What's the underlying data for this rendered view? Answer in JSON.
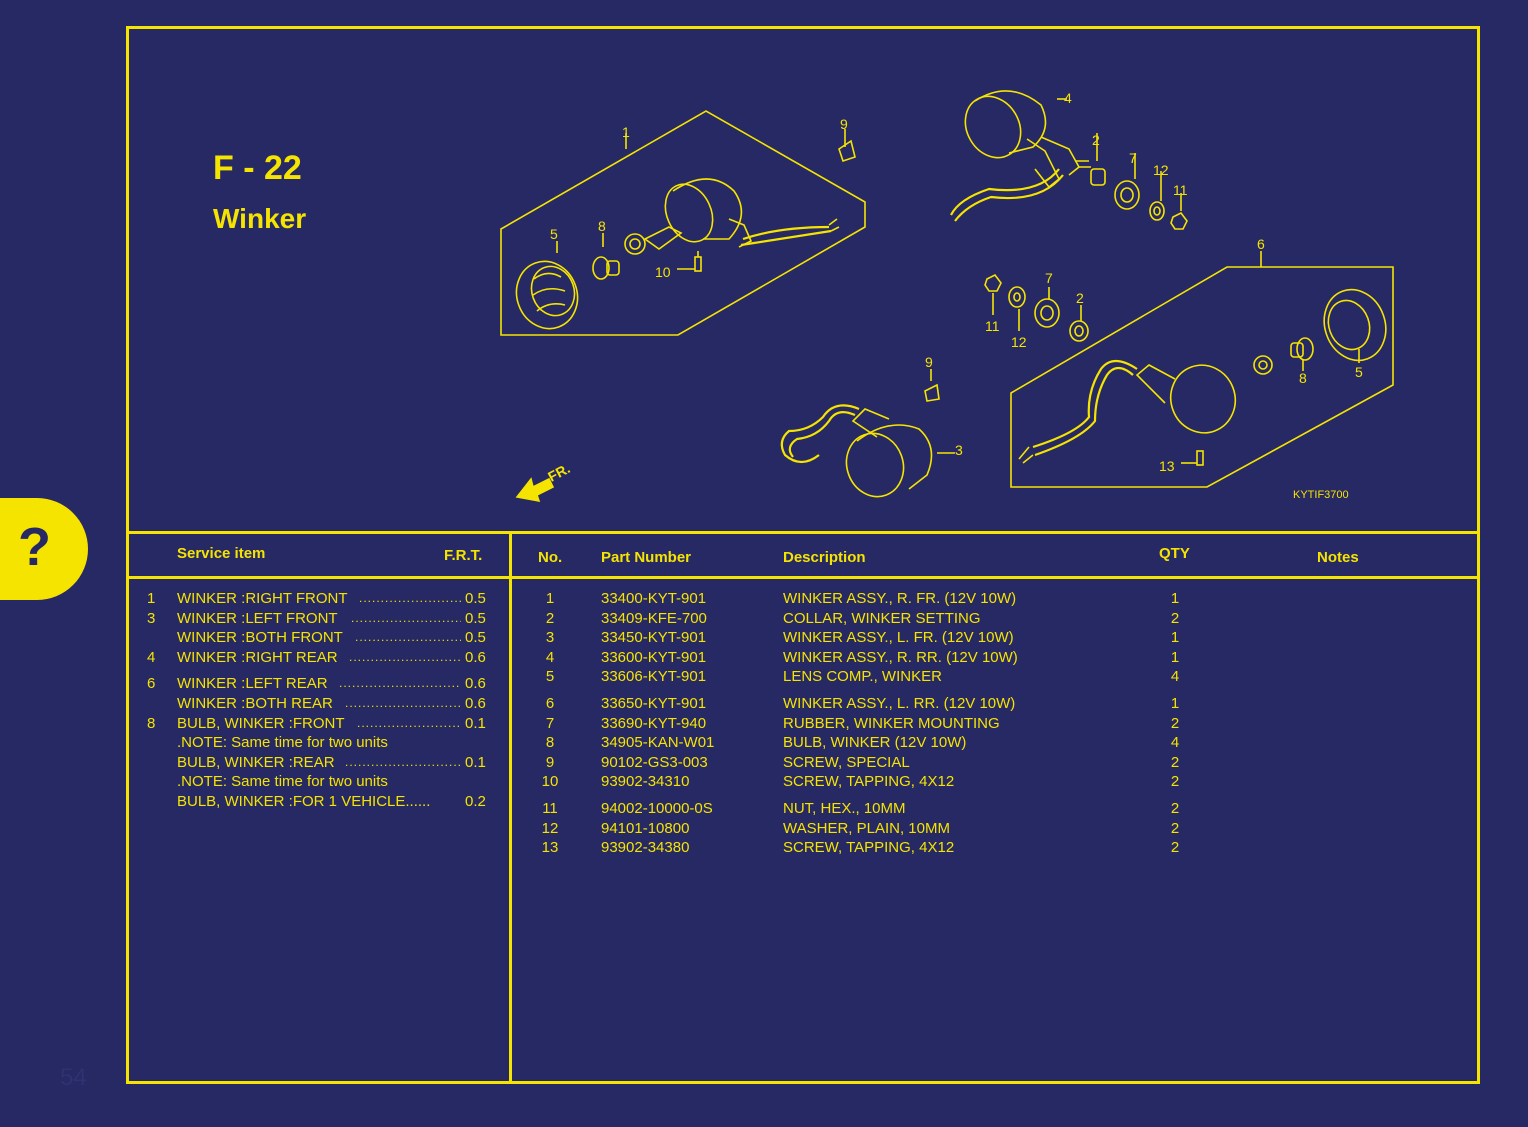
{
  "page": {
    "side_tab_glyph": "?",
    "page_number": "54"
  },
  "title": {
    "code": "F - 22",
    "name": "Winker"
  },
  "diagram": {
    "ref_code": "KYTIF3700",
    "fr_label": "FR.",
    "callouts": {
      "c1": "1",
      "c2a": "2",
      "c2b": "2",
      "c3": "3",
      "c4": "4",
      "c5a": "5",
      "c5b": "5",
      "c6": "6",
      "c7a": "7",
      "c7b": "7",
      "c8a": "8",
      "c8b": "8",
      "c9a": "9",
      "c9b": "9",
      "c10": "10",
      "c11a": "11",
      "c11b": "11",
      "c12a": "12",
      "c12b": "12",
      "c13": "13"
    }
  },
  "service_header": {
    "item": "Service item",
    "frt": "F.R.T."
  },
  "service_items": [
    {
      "num": "1",
      "text": "WINKER :RIGHT FRONT",
      "frt": "0.5",
      "dots": true
    },
    {
      "num": "3",
      "text": "WINKER :LEFT FRONT",
      "frt": "0.5",
      "dots": true
    },
    {
      "num": "",
      "text": "WINKER :BOTH FRONT",
      "frt": "0.5",
      "dots": true
    },
    {
      "num": "4",
      "text": "WINKER :RIGHT REAR",
      "frt": "0.6",
      "dots": true
    },
    {
      "num": "6",
      "text": "WINKER :LEFT REAR",
      "frt": "0.6",
      "dots": true,
      "gap": true
    },
    {
      "num": "",
      "text": "WINKER :BOTH REAR",
      "frt": "0.6",
      "dots": true
    },
    {
      "num": "8",
      "text": "BULB, WINKER :FRONT",
      "frt": "0.1",
      "dots": true
    },
    {
      "num": "",
      "text": ".NOTE: Same time for two units",
      "frt": "",
      "dots": false
    },
    {
      "num": "",
      "text": "BULB, WINKER :REAR",
      "frt": "0.1",
      "dots": true
    },
    {
      "num": "",
      "text": ".NOTE: Same time for two units",
      "frt": "",
      "dots": false
    },
    {
      "num": "",
      "text": "BULB, WINKER :FOR 1 VEHICLE......",
      "frt": "0.2",
      "dots": false
    }
  ],
  "parts_header": {
    "no": "No.",
    "part_number": "Part Number",
    "description": "Description",
    "qty": "QTY",
    "notes": "Notes"
  },
  "parts": [
    {
      "no": "1",
      "part_number": "33400-KYT-901",
      "description": "WINKER ASSY., R. FR. (12V 10W)",
      "qty": "1"
    },
    {
      "no": "2",
      "part_number": "33409-KFE-700",
      "description": "COLLAR, WINKER SETTING",
      "qty": "2"
    },
    {
      "no": "3",
      "part_number": "33450-KYT-901",
      "description": "WINKER ASSY., L. FR. (12V 10W)",
      "qty": "1"
    },
    {
      "no": "4",
      "part_number": "33600-KYT-901",
      "description": "WINKER ASSY., R. RR. (12V 10W)",
      "qty": "1"
    },
    {
      "no": "5",
      "part_number": "33606-KYT-901",
      "description": "LENS COMP., WINKER",
      "qty": "4"
    },
    {
      "no": "6",
      "part_number": "33650-KYT-901",
      "description": "WINKER ASSY., L. RR. (12V 10W)",
      "qty": "1",
      "gap": true
    },
    {
      "no": "7",
      "part_number": "33690-KYT-940",
      "description": "RUBBER, WINKER MOUNTING",
      "qty": "2"
    },
    {
      "no": "8",
      "part_number": "34905-KAN-W01",
      "description": "BULB, WINKER (12V 10W)",
      "qty": "4"
    },
    {
      "no": "9",
      "part_number": "90102-GS3-003",
      "description": "SCREW, SPECIAL",
      "qty": "2"
    },
    {
      "no": "10",
      "part_number": "93902-34310",
      "description": "SCREW, TAPPING, 4X12",
      "qty": "2"
    },
    {
      "no": "11",
      "part_number": "94002-10000-0S",
      "description": "NUT, HEX., 10MM",
      "qty": "2",
      "gap": true
    },
    {
      "no": "12",
      "part_number": "94101-10800",
      "description": "WASHER, PLAIN, 10MM",
      "qty": "2"
    },
    {
      "no": "13",
      "part_number": "93902-34380",
      "description": "SCREW, TAPPING, 4X12",
      "qty": "2"
    }
  ],
  "colors": {
    "background": "#272964",
    "accent": "#f5e400"
  }
}
